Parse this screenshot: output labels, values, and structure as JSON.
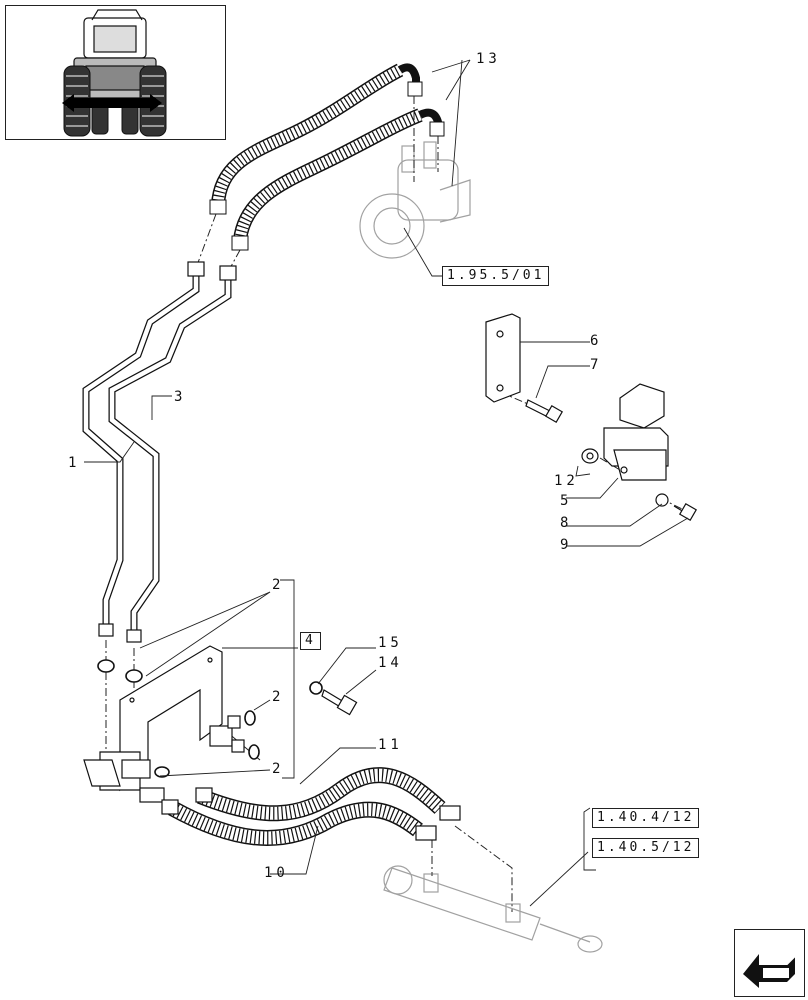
{
  "labels": {
    "l13": "13",
    "l1": "1",
    "l3": "3",
    "l6": "6",
    "l7": "7",
    "l12": "12",
    "l5": "5",
    "l8": "8",
    "l9": "9",
    "l2a": "2",
    "l2b": "2",
    "l2c": "2",
    "l15": "15",
    "l14": "14",
    "l11": "11",
    "l10": "10"
  },
  "refs": {
    "steering": "1.95.5/01",
    "kit": "4",
    "cyl1": "1.40.4/12",
    "cyl2": "1.40.5/12"
  },
  "icons": {
    "thumbnail": "tractor-front-thumbnail",
    "nav": "arrow-back-icon"
  }
}
